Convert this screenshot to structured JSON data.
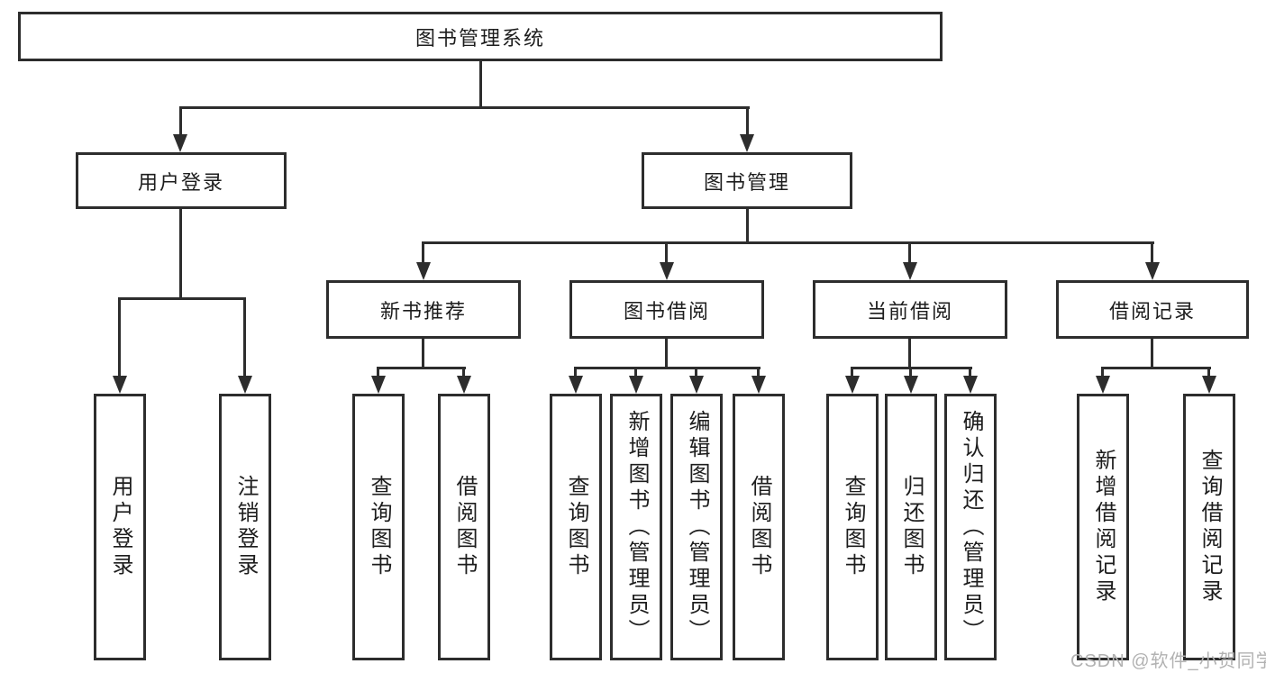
{
  "colors": {
    "line": "#2d2d2d",
    "text": "#1d1d1d",
    "background": "#ffffff",
    "watermark": "#b2b2b2"
  },
  "watermark": {
    "text": "CSDN @软件_小贺同学"
  },
  "tree": {
    "label": "图书管理系统",
    "children": [
      {
        "label": "用户登录",
        "children": [
          {
            "label": "用户登录"
          },
          {
            "label": "注销登录"
          }
        ]
      },
      {
        "label": "图书管理",
        "children": [
          {
            "label": "新书推荐",
            "children": [
              {
                "label": "查询图书"
              },
              {
                "label": "借阅图书"
              }
            ]
          },
          {
            "label": "图书借阅",
            "children": [
              {
                "label": "查询图书"
              },
              {
                "label": "新增图书（管理员）"
              },
              {
                "label": "编辑图书（管理员）"
              },
              {
                "label": "借阅图书"
              }
            ]
          },
          {
            "label": "当前借阅",
            "children": [
              {
                "label": "查询图书"
              },
              {
                "label": "归还图书"
              },
              {
                "label": "确认归还（管理员）"
              }
            ]
          },
          {
            "label": "借阅记录",
            "children": [
              {
                "label": "新增借阅记录"
              },
              {
                "label": "查询借阅记录"
              }
            ]
          }
        ]
      }
    ]
  }
}
